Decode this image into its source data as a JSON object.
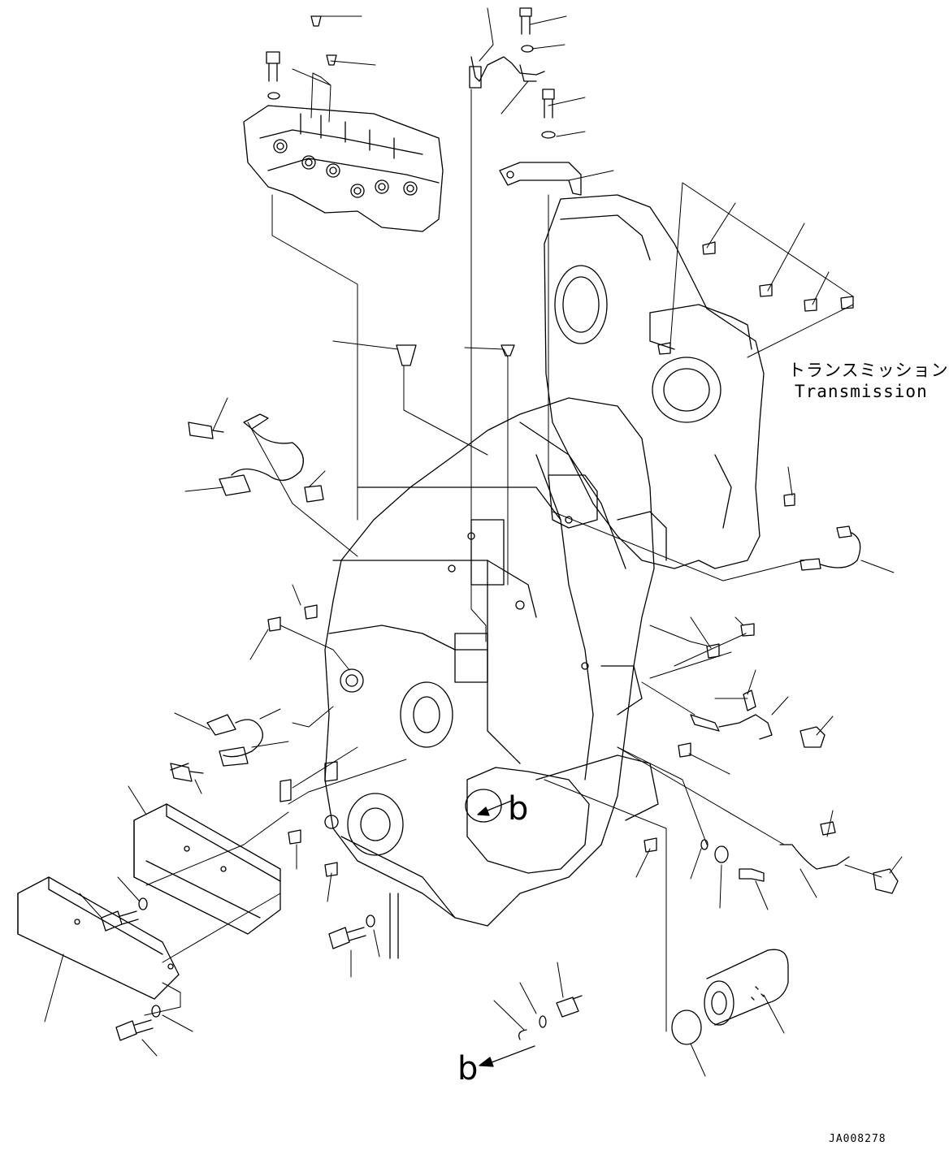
{
  "labels": {
    "transmission_jp": "トランスミッション",
    "transmission_en": "Transmission",
    "drawing_code": "JA008278"
  },
  "references": {
    "view_upper": "b",
    "view_lower": "b"
  },
  "colors": {
    "line": "#000000",
    "background": "#ffffff"
  }
}
